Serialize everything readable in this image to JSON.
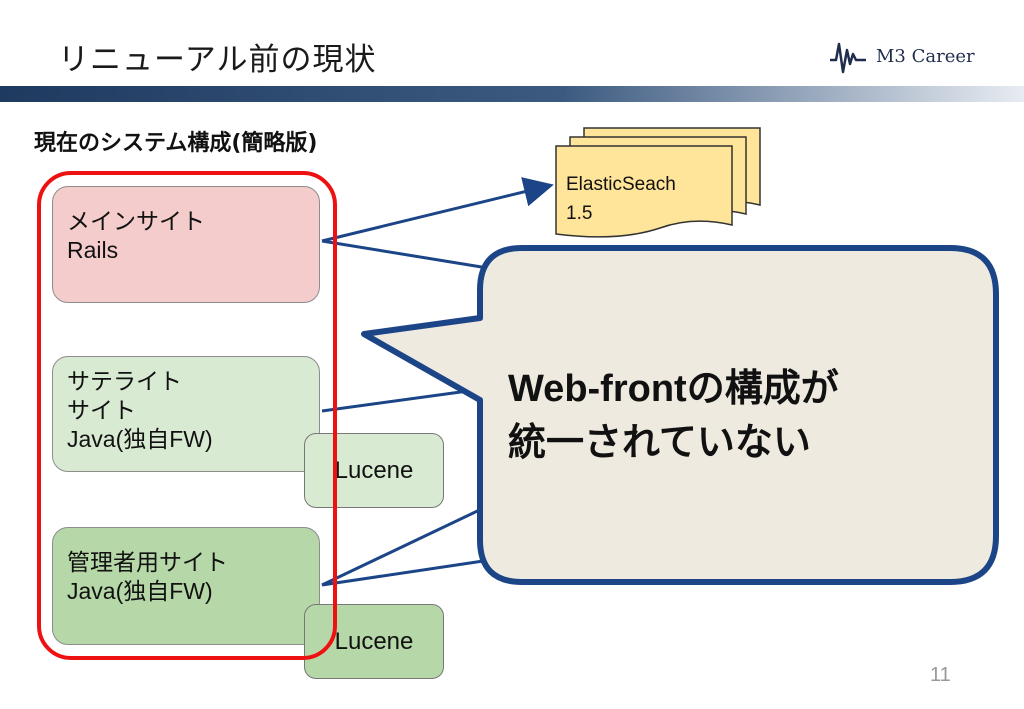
{
  "slide": {
    "title": "リニューアル前の現状",
    "subtitle": "現在のシステム構成(簡略版)",
    "page_number": "11"
  },
  "logo": {
    "text": "M3 Career"
  },
  "systems": {
    "main_site": {
      "line1": "メインサイト",
      "line2": "Rails"
    },
    "satellite_site": {
      "line1": "サテライト",
      "line2": "サイト",
      "line3": "Java(独自FW)"
    },
    "admin_site": {
      "line1": "管理者用サイト",
      "line2": "Java(独自FW)"
    }
  },
  "search": {
    "elasticsearch": {
      "line1": "ElasticSeach",
      "line2": "1.5"
    },
    "lucene_1": "Lucene",
    "lucene_2": "Lucene"
  },
  "callout": {
    "line1": "Web-frontの構成が",
    "line2": "統一されていない"
  },
  "colors": {
    "header_bar": "#1f3a5f",
    "main_site": "#f4cccc",
    "satellite_site": "#d9ead3",
    "admin_site": "#b6d7a8",
    "elasticsearch": "#ffe599",
    "callout_fill": "#eeeae0",
    "callout_border": "#1c4587",
    "arrows": "#1c4587",
    "highlight_frame": "#ee1111"
  }
}
